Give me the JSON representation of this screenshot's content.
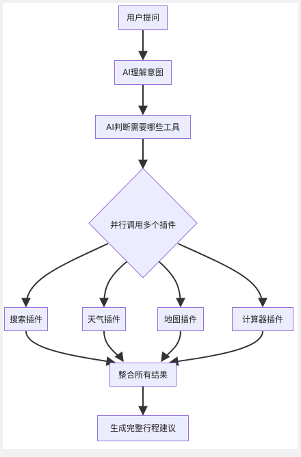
{
  "diagram": {
    "nodes": {
      "user_question": "用户提问",
      "ai_intent": "AI理解意图",
      "ai_decide_tools": "AI判断需要哪些工具",
      "parallel_call": "并行调用多个插件",
      "search_plugin": "搜索插件",
      "weather_plugin": "天气插件",
      "map_plugin": "地图插件",
      "calculator_plugin": "计算器插件",
      "merge_results": "整合所有结果",
      "generate_itinerary": "生成完整行程建议"
    },
    "colors": {
      "node_fill": "#ececff",
      "node_border": "#9370db",
      "edge": "#333333"
    }
  }
}
